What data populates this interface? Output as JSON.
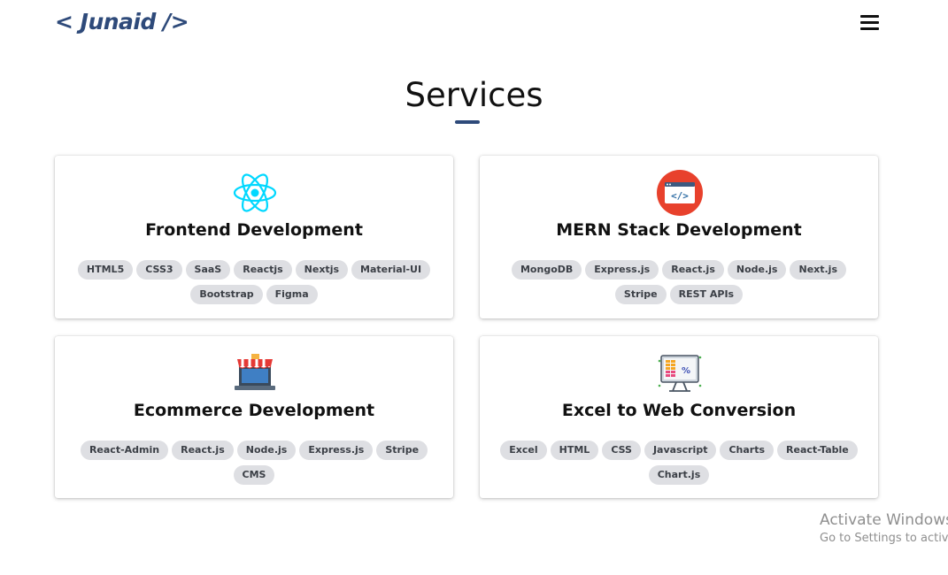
{
  "header": {
    "logo": "< Junaid />"
  },
  "section": {
    "title": "Services"
  },
  "cards": [
    {
      "title": "Frontend Development",
      "icon": "react-icon",
      "tags": [
        "HTML5",
        "CSS3",
        "SaaS",
        "Reactjs",
        "Nextjs",
        "Material-UI",
        "Bootstrap",
        "Figma"
      ]
    },
    {
      "title": "MERN Stack Development",
      "icon": "code-window-icon",
      "tags": [
        "MongoDB",
        "Express.js",
        "React.js",
        "Node.js",
        "Next.js",
        "Stripe",
        "REST APIs"
      ]
    },
    {
      "title": "Ecommerce Development",
      "icon": "online-store-icon",
      "tags": [
        "React-Admin",
        "React.js",
        "Node.js",
        "Express.js",
        "Stripe",
        "CMS"
      ]
    },
    {
      "title": "Excel to Web Conversion",
      "icon": "spreadsheet-monitor-icon",
      "tags": [
        "Excel",
        "HTML",
        "CSS",
        "Javascript",
        "Charts",
        "React-Table",
        "Chart.js"
      ]
    }
  ],
  "watermark": {
    "title": "Activate Windows",
    "subtitle": "Go to Settings to activate Windows."
  },
  "colors": {
    "brand": "#2e4a7a",
    "tag_bg": "#dedfe3",
    "react_cyan": "#00d8ff",
    "code_icon_red": "#e8412c"
  }
}
